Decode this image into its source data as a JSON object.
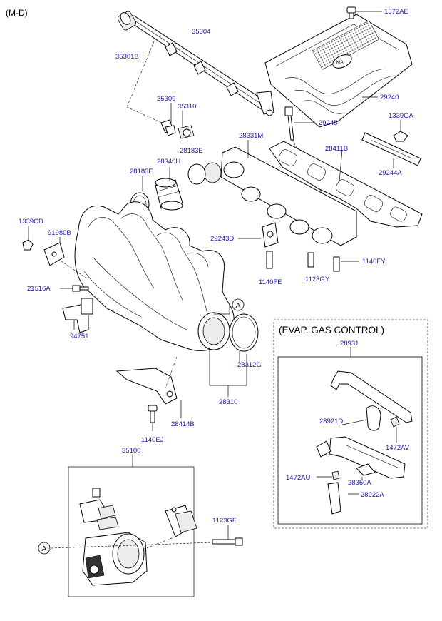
{
  "header": {
    "variant_label": "(M-D)"
  },
  "evap_box": {
    "title": "(EVAP. GAS CONTROL)"
  },
  "callout_letter": "A",
  "part_numbers": {
    "p1372AE": "1372AE",
    "p35304": "35304",
    "p35301B": "35301B",
    "p29240": "29240",
    "p35309": "35309",
    "p35310": "35310",
    "p28183E_top": "28183E",
    "p29245": "29245",
    "p1339GA": "1339GA",
    "p28331M": "28331M",
    "p28411B": "28411B",
    "p28340H": "28340H",
    "p28183E": "28183E",
    "p29244A": "29244A",
    "p1339CD": "1339CD",
    "p91980B": "91980B",
    "p29243D": "29243D",
    "p1140FY": "1140FY",
    "p1123GY": "1123GY",
    "p1140FE": "1140FE",
    "p21516A": "21516A",
    "p94751": "94751",
    "p28312G": "28312G",
    "p28310": "28310",
    "p28414B": "28414B",
    "p1140EJ": "1140EJ",
    "p35100": "35100",
    "p1123GE": "1123GE",
    "p28931": "28931",
    "p28921D": "28921D",
    "p1472AV": "1472AV",
    "p1472AU": "1472AU",
    "p28350A": "28350A",
    "p28922A": "28922A"
  }
}
